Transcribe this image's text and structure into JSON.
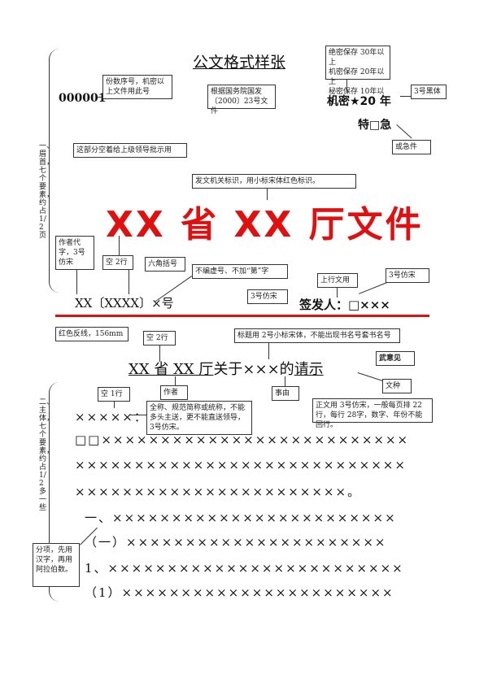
{
  "doc_title": "公文格式样张",
  "serial_number": "000001",
  "callouts": {
    "serial_note": "份数序号，机密以上文件用此号",
    "basis_note": "根据国务院国发〔2000〕23号文件",
    "secret_periods": [
      "绝密保存 30年以上",
      "机密保存 20年以上",
      "秘密保存 10年以上"
    ],
    "heiti_note": "3号黑体",
    "urgent_note": "或急件",
    "blank_note": "这部分空着给上级领导批示用",
    "issuer_note": "发文机关标识，用小标宋体红色标识。",
    "author_code_note": "作者代字，3号仿宋",
    "blank2_note_a": "空 2行",
    "hex_bracket_note": "六角括号",
    "no_pad_note": "不编虚号、不加“第”字",
    "upward_note": "上行文用",
    "fangsong_note_a": "3号仿宋",
    "fangsong_note_b": "3号仿宋",
    "red_line_note": "红色反线，156mm",
    "blank2_note_b": "空 2行",
    "title_note": "标题用 2号小标宋体，不能出现书名号套书名号",
    "blank1_note": "空 1行",
    "author_label": "作者",
    "matter_label": "事由",
    "genre_label": "文种",
    "fullname_note": "全称、规范简称或统称，不能多头主送，更不能直送领导，3号仿宋。",
    "body_note": "正文用 3号仿宋，一般每页排 22行，每行 28字，数字、年份不能回行。",
    "numbering_note": "分项，先用汉字，再用阿拉伯数。"
  },
  "secret_level": "机密★20 年",
  "urgency": "特□急",
  "issuer_title": "XX 省 XX 厅文件",
  "doc_number": "XX〔XXXX〕×号",
  "signer": "签发人：□×××",
  "main_title_parts": {
    "a": "XX 省 XX 厅",
    "b": "关于×××的",
    "c": "请示"
  },
  "stamp_text": "武意见",
  "recipient": "×××××：",
  "body_lines": [
    "□□××××××××××××××××××××××××××",
    "××××××××××××××××××××××××××××",
    "×××××××××××××××××××××××。"
  ],
  "outline": [
    "一、××××××××××××××××××××××××",
    "（一）××××××××××××××××××××××",
    "1、×××××××××××××××××××××××××",
    "（1）×××××××××××××××××××××××"
  ],
  "side_labels": {
    "header_label": "一、眉首，七个要素，约占1/2页",
    "body_label": "二、主体，七个要素，约占1/2多一些"
  },
  "colors": {
    "red": "#e01010"
  }
}
